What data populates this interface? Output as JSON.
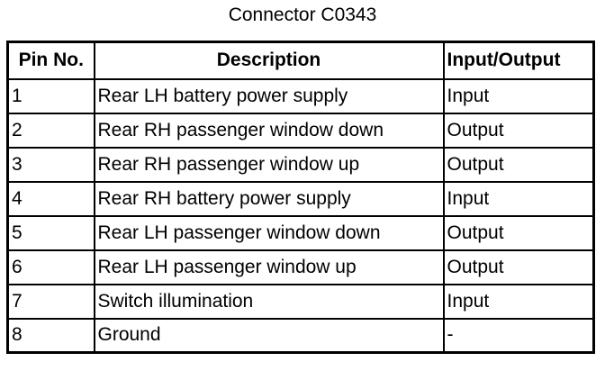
{
  "title": "Connector C0343",
  "table": {
    "headers": {
      "pin": "Pin No.",
      "description": "Description",
      "io": "Input/Output"
    },
    "rows": [
      {
        "pin": "1",
        "description": "Rear LH battery power supply",
        "io": "Input"
      },
      {
        "pin": "2",
        "description": "Rear RH passenger window down",
        "io": "Output"
      },
      {
        "pin": "3",
        "description": "Rear RH passenger window up",
        "io": "Output"
      },
      {
        "pin": "4",
        "description": "Rear RH battery power supply",
        "io": "Input"
      },
      {
        "pin": "5",
        "description": "Rear LH passenger window down",
        "io": "Output"
      },
      {
        "pin": "6",
        "description": "Rear LH passenger window up",
        "io": "Output"
      },
      {
        "pin": "7",
        "description": "Switch illumination",
        "io": "Input"
      },
      {
        "pin": "8",
        "description": "Ground",
        "io": "-"
      }
    ]
  }
}
